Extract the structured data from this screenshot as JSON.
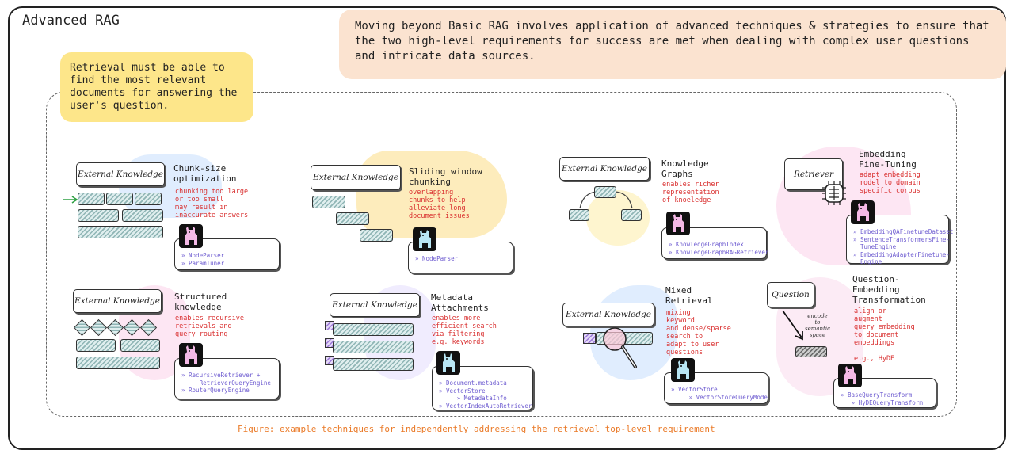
{
  "title": "Advanced RAG",
  "intro": "Moving beyond Basic RAG involves application of advanced techniques & strategies to ensure that the two high-level requirements for success are met when dealing with complex user questions and intricate data sources.",
  "retrieval_note": "Retrieval must be able to find the most relevant documents for answering the user's question.",
  "caption": "Figure: example techniques for independently addressing the retrieval top-level requirement",
  "external_knowledge_label": "External Knowledge",
  "retriever_label": "Retriever",
  "question_label": "Question",
  "encode_label": "encode\nto\nsemantic\nspace",
  "techniques": [
    {
      "name": "Chunk-size\noptimization",
      "desc": "chunking too large\nor too small\nmay result in\ninaccurate answers",
      "code": [
        "» NodeParser",
        "» ParamTuner"
      ]
    },
    {
      "name": "Sliding window\nchunking",
      "desc": "overlapping\nchunks to help\nalleviate long\ndocument issues",
      "code": [
        "» NodeParser"
      ]
    },
    {
      "name": "Knowledge\nGraphs",
      "desc": "enables richer\nrepresentation\nof knoeledge",
      "code": [
        "» KnowledgeGraphIndex",
        "» KnowledgeGraphRAGRetriever"
      ]
    },
    {
      "name": "Embedding\nFine-Tuning",
      "desc": "adapt embedding\nmodel to domain\nspecific corpus",
      "code": [
        "» EmbeddingQAFinetuneDataset",
        "» SentenceTransformersFine-\n  TuneEngine",
        "» EmbeddingAdapterFinetune-\n  Engine"
      ]
    },
    {
      "name": "Structured\nknowledge",
      "desc": "enables recursive\nretrievals and\nquery routing",
      "code": [
        "» RecursiveRetriever +\n     RetrieverQueryEngine",
        "» RouterQueryEngine"
      ]
    },
    {
      "name": "Metadata\nAttachments",
      "desc": "enables more\nefficient search\nvia filtering\ne.g. keywords",
      "code": [
        "» Document.metadata",
        "» VectorStore",
        "     » MetadataInfo",
        "» VectorIndexAutoRetriever"
      ]
    },
    {
      "name": "Mixed\nRetrieval",
      "desc": "mixing\nkeyword\nand dense/sparse\nsearch to\nadapt to user\nquestions",
      "code": [
        "» VectorStore",
        "     » VectorStoreQueryMode"
      ]
    },
    {
      "name": "Question-\nEmbedding\nTransformation",
      "desc": "align or\naugment\nquery embedding\nto document\nembeddings\n\ne.g., HyDE",
      "code": [
        "» BaseQueryTransform",
        "   » HyDEQueryTransform"
      ]
    }
  ],
  "colors": {
    "intro_bg": "#fbe3d0",
    "note_bg": "#fde68a",
    "desc_red": "#d92f2f",
    "code_purple": "#6d5bd0",
    "caption_orange": "#ea7a28"
  }
}
